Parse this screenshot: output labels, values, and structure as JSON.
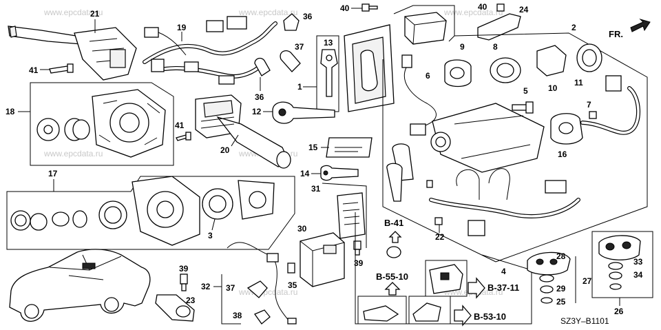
{
  "watermark": "www.epcdata.ru",
  "diagram_code": "SZ3Y–B1101",
  "front_marker": "FR.",
  "callouts": {
    "c1": "1",
    "c2": "2",
    "c3": "3",
    "c4": "4",
    "c5": "5",
    "c6": "6",
    "c7": "7",
    "c8": "8",
    "c9": "9",
    "c10": "10",
    "c11": "11",
    "c12": "12",
    "c13": "13",
    "c14": "14",
    "c15": "15",
    "c16": "16",
    "c17": "17",
    "c18": "18",
    "c19": "19",
    "c20": "20",
    "c21": "21",
    "c22": "22",
    "c23": "23",
    "c24": "24",
    "c25": "25",
    "c26": "26",
    "c27": "27",
    "c28": "28",
    "c29": "29",
    "c30": "30",
    "c31": "31",
    "c32": "32",
    "c33": "33",
    "c34": "34",
    "c35": "35",
    "c36a": "36",
    "c36b": "36",
    "c37a": "37",
    "c37b": "37",
    "c38": "38",
    "c39a": "39",
    "c39b": "39",
    "c40a": "40",
    "c40b": "40",
    "c41a": "41",
    "c41b": "41"
  },
  "references": {
    "b41": "B-41",
    "b5510": "B-55-10",
    "b3711": "B-37-11",
    "b5310": "B-53-10"
  }
}
